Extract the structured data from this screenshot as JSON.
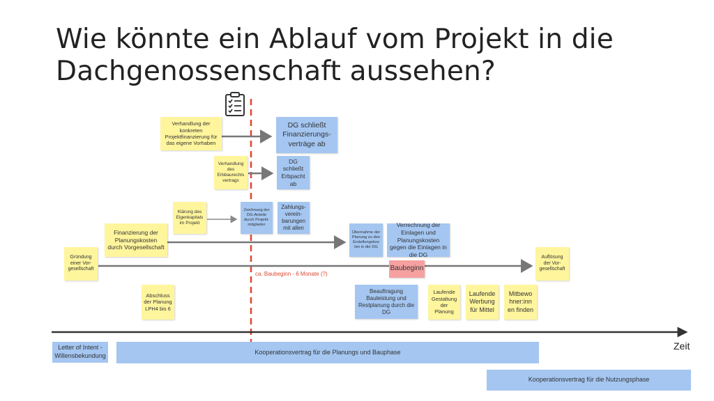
{
  "title": "Wie könnte ein Ablauf vom Projekt in die Dachgenossenschaft aussehen?",
  "milestone_label": "ca. Baubeginn - 6 Monate (?)",
  "time_axis_label": "Zeit",
  "icons": {
    "milestone": "clipboard-checklist-icon"
  },
  "colors": {
    "yellow_note": "#fff59d",
    "blue_note": "#a4c6f1",
    "red_note": "#f6a0a0",
    "milestone_line": "#e0452f",
    "arrow": "#777777",
    "axis": "#333333"
  },
  "notes": {
    "verhandlung_finanzierung": "Verhandlung der konkreten Projektfinanzierung für das eigene Vorhaben",
    "dg_finanzierungsvertraege": "DG schließt Finanzierungs-verträge ab",
    "verhandlung_erbbaurecht": "Verhandlung des Erbbaurechts vertrags",
    "dg_erbpacht": "DG schließt Erbpacht ab",
    "klaerung_eigenkapital": "Klärung des Eigenkapitals im Projekt",
    "zeichnung_dg_anteile": "Zeichnung der DG-Anteile durch Projekt-mitglieder",
    "zahlungsvereinbarungen": "Zahlungs-verein-barungen mit allen",
    "finanzierung_planungskosten": "Finanzierung der Planungskosten durch Vorgesellschaft",
    "uebernahme_planung": "Übernahme der Planung zu den Erstellungskos ten in die DG",
    "verrechnung_einlagen": "Verrechnung der Einlagen und Planungskosten gegen die Einlagen in die DG",
    "gruendung_vorgesellschaft": "Gründung einer Vor-gesellschaft",
    "baubeginn": "Baubeginn",
    "aufloesung_vorgesellschaft": "Auflösung der Vor-gesellschaft",
    "abschluss_planung": "Abschluss der Planung LPH4 bis 6",
    "beauftragung_bauleistung": "Beauftragung Bauleistung und Restplanung durch die DG",
    "laufende_gestaltung": "Laufende Gestaltung der Planung",
    "laufende_werbung": "Laufende Werbung für Mittel",
    "mitbewohner_finden": "Mitbewo hner:inn en finden"
  },
  "bars": {
    "letter_of_intent": "Letter of Intent - Willensbekundung",
    "kooperation_planung_bau": "Kooperationsvertrag für die Planungs und Bauphase",
    "kooperation_nutzung": "Kooperationsvertrag für die Nutzungsphase"
  }
}
